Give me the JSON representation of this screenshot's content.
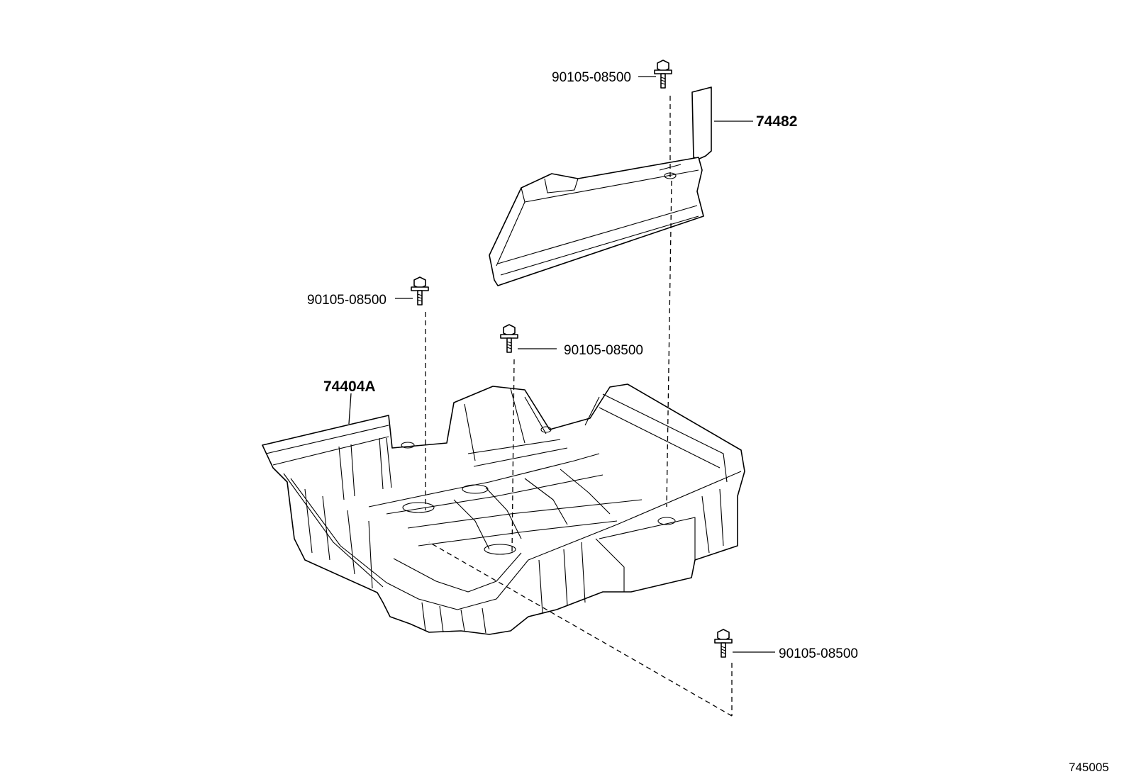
{
  "labels": {
    "bolt_top": "90105-08500",
    "bolt_left": "90105-08500",
    "bolt_center": "90105-08500",
    "bolt_bottom_right": "90105-08500",
    "bracket": "74482",
    "tray": "74404A"
  },
  "reference_number": "745005"
}
